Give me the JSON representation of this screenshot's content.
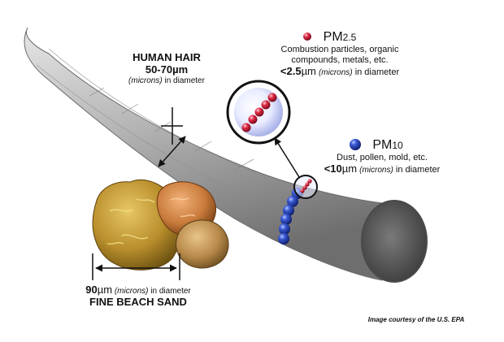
{
  "hair": {
    "title": "HUMAN HAIR",
    "size_value": "50-70",
    "size_unit": "µm",
    "note_italic": "(microns)",
    "note_suffix": "in diameter"
  },
  "pm25": {
    "prefix": "PM",
    "subscript": "2.5",
    "desc_line1": "Combustion particles, organic",
    "desc_line2": "compounds, metals, etc.",
    "size_value": "<2.5",
    "size_unit": "µm",
    "note_italic": "(microns)",
    "note_suffix": "in diameter",
    "color": "#e02b45"
  },
  "pm10": {
    "prefix": "PM",
    "subscript": "10",
    "desc_line1": "Dust, pollen, mold, etc.",
    "size_value": "<10",
    "size_unit": "µm",
    "note_italic": "(microns)",
    "note_suffix": "in diameter",
    "color": "#2b4bc8"
  },
  "sand": {
    "size_value": "90",
    "size_unit": "µm",
    "note_italic": "(microns)",
    "note_suffix": "in diameter",
    "title": "FINE BEACH SAND"
  },
  "credit": "Image courtesy of the U.S. EPA"
}
